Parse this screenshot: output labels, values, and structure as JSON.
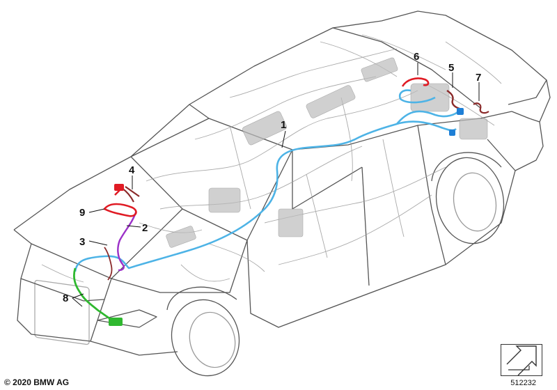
{
  "callouts": [
    {
      "id": "1",
      "label": "1"
    },
    {
      "id": "2",
      "label": "2"
    },
    {
      "id": "3",
      "label": "3"
    },
    {
      "id": "4",
      "label": "4"
    },
    {
      "id": "5",
      "label": "5"
    },
    {
      "id": "6",
      "label": "6"
    },
    {
      "id": "7",
      "label": "7"
    },
    {
      "id": "8",
      "label": "8"
    },
    {
      "id": "9",
      "label": "9"
    }
  ],
  "footer": {
    "copyright": "© 2020 BMW AG",
    "reference": "512232"
  },
  "colors": {
    "outline": "#555555",
    "wiring_background": "#9a9a9a",
    "harness_main": "#4db3e6",
    "harness_purple": "#9b30c8",
    "harness_red": "#e01b24",
    "harness_darkred": "#8b2a2a",
    "harness_green": "#2fb82f",
    "harness_blue": "#1e7fd6"
  },
  "icons": {
    "navigation": "arrow-navigation-icon"
  }
}
